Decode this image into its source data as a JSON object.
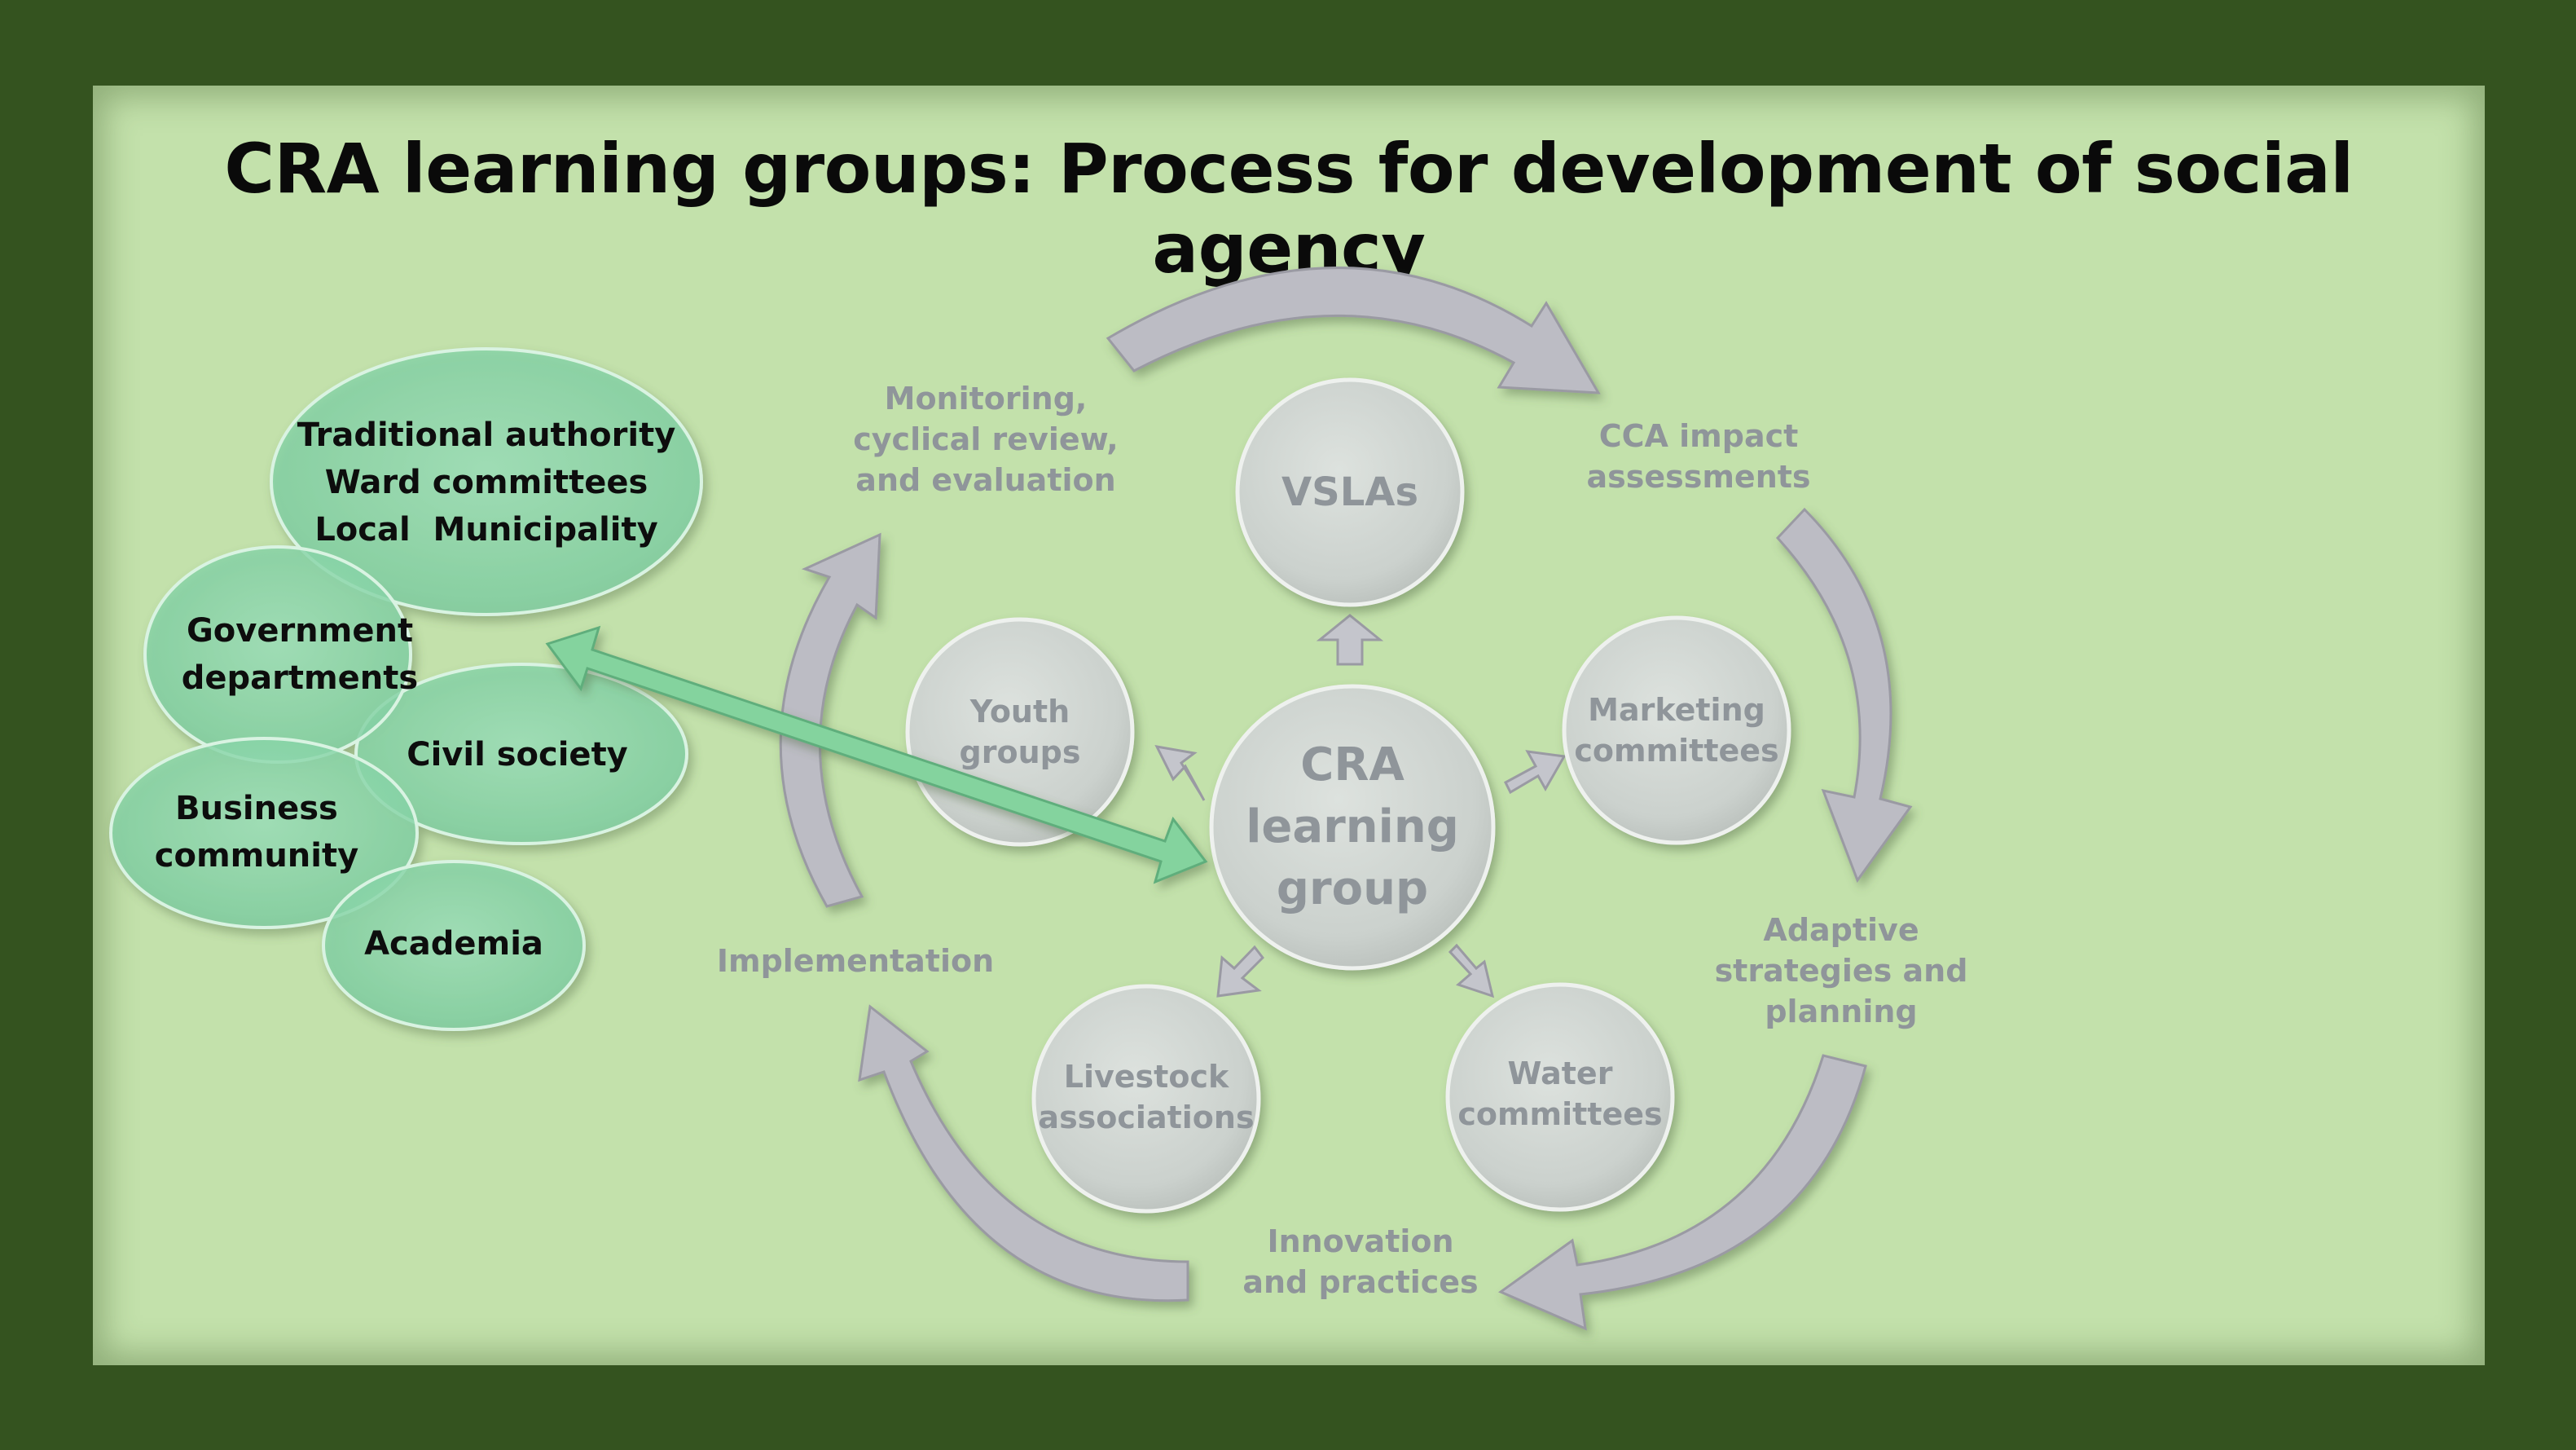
{
  "title": "CRA learning groups: Process for development of social agency",
  "cycle_stages": {
    "monitoring": [
      "Monitoring,",
      "cyclical review,",
      "and evaluation"
    ],
    "cca": [
      "CCA impact",
      "assessments"
    ],
    "adaptive": [
      "Adaptive",
      "strategies and",
      "planning"
    ],
    "innovation": [
      "Innovation",
      "and practices"
    ],
    "implementation": [
      "Implementation"
    ]
  },
  "hub": [
    "CRA",
    "learning",
    "group"
  ],
  "satellites": {
    "vslas": [
      "VSLAs"
    ],
    "youth": [
      "Youth",
      "groups"
    ],
    "marketing": [
      "Marketing",
      "committees"
    ],
    "livestock": [
      "Livestock",
      "associations"
    ],
    "water": [
      "Water",
      "committees"
    ]
  },
  "stakeholders": {
    "traditional": [
      "Traditional authority",
      "Ward committees",
      "Local  Municipality"
    ],
    "government": [
      "Government",
      "departments"
    ],
    "civil": [
      "Civil society"
    ],
    "business": [
      "Business",
      "community"
    ],
    "academia": [
      "Academia"
    ]
  },
  "colors": {
    "background": "#34531f",
    "panel": "#c3e1ab",
    "cycle_arrow": "#bcbcc4",
    "circle": "#cdd3cf",
    "stakeholder": "#8fd7aa",
    "link_arrow": "#84d39e",
    "muted_text": "#8f959a"
  }
}
